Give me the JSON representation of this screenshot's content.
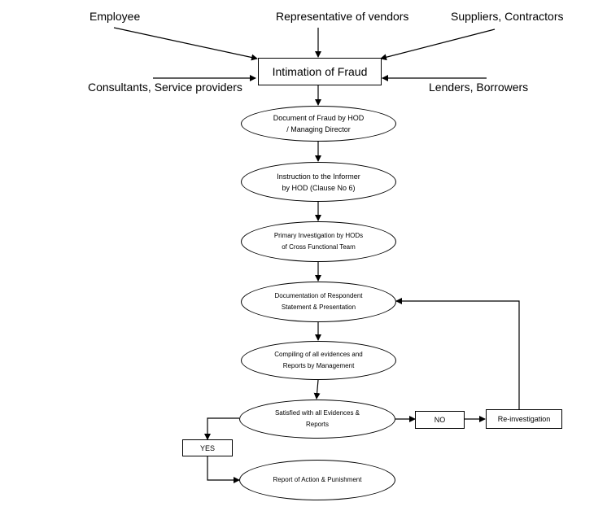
{
  "sources": {
    "employee": "Employee",
    "vendors": "Representative of vendors",
    "suppliers": "Suppliers, Contractors",
    "consultants": "Consultants, Service providers",
    "lenders": "Lenders, Borrowers"
  },
  "intimation": "Intimation of Fraud",
  "steps": {
    "document": [
      "Document of Fraud by HOD",
      "/ Managing Director"
    ],
    "instruction": [
      "Instruction to the Informer",
      "by HOD (Clause No 6)"
    ],
    "primary": [
      "Primary Investigation by HODs",
      "of Cross Functional Team"
    ],
    "documentation": [
      "Documentation of Respondent",
      "Statement & Presentation"
    ],
    "compiling": [
      "Compiling of all evidences and",
      "Reports by Management"
    ],
    "satisfied": [
      "Satisfied with all Evidences &",
      "Reports"
    ],
    "report": [
      "Report of Action & Punishment"
    ]
  },
  "decision": {
    "yes": "YES",
    "no": "NO",
    "reinvestigation": "Re-investigation"
  }
}
